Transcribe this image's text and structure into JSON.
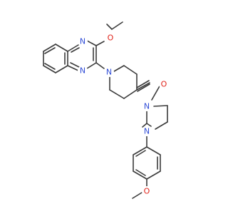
{
  "molecule": {
    "atoms": {
      "n_quinox_top": {
        "label": "N",
        "color": "#2e4bd6"
      },
      "n_quinox_bottom": {
        "label": "N",
        "color": "#2e4bd6"
      },
      "o_ethoxy": {
        "label": "O",
        "color": "#e0231a"
      },
      "n_piperidine": {
        "label": "N",
        "color": "#2e4bd6"
      },
      "o_carbonyl": {
        "label": "O",
        "color": "#e0231a"
      },
      "n_piperazine_top": {
        "label": "N",
        "color": "#2e4bd6"
      },
      "n_piperazine_bottom": {
        "label": "N",
        "color": "#2e4bd6"
      },
      "o_methoxy": {
        "label": "O",
        "color": "#e0231a"
      }
    },
    "bond_color": "#3b3b3b"
  }
}
